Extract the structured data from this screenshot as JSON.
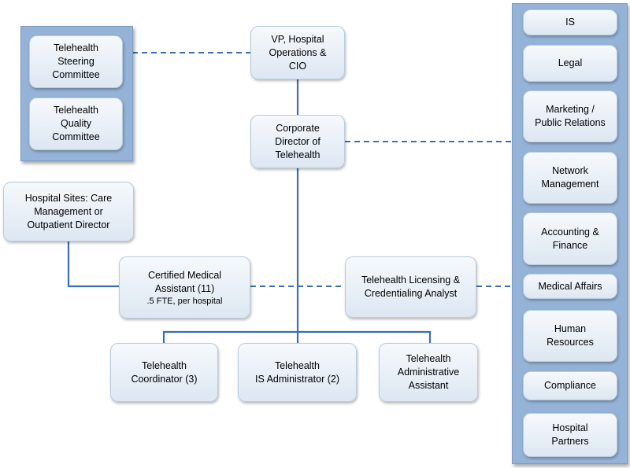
{
  "left_panel": {
    "steering": "Telehealth\nSteering\nCommittee",
    "quality": "Telehealth\nQuality\nCommittee"
  },
  "vp": "VP, Hospital\nOperations &\nCIO",
  "director": "Corporate\nDirector of\nTelehealth",
  "hospital_sites": "Hospital Sites: Care\nManagement or\nOutpatient Director",
  "cma": {
    "title": "Certified Medical\nAssistant (11)",
    "note": ".5 FTE, per hospital"
  },
  "licensing": "Telehealth Licensing &\nCredentialing Analyst",
  "bottom": {
    "coordinator": "Telehealth\nCoordinator (3)",
    "is_admin": "Telehealth\nIS Administrator (2)",
    "admin_assistant": "Telehealth\nAdministrative\nAssistant"
  },
  "right_panel": [
    "IS",
    "Legal",
    "Marketing /\nPublic Relations",
    "Network\nManagement",
    "Accounting &\nFinance",
    "Medical Affairs",
    "Human\nResources",
    "Compliance",
    "Hospital\nPartners"
  ],
  "colors": {
    "panel": "#95b3d7",
    "connector": "#3b6eb4",
    "box_top": "#f6f9fc",
    "box_bottom": "#dde7f2"
  }
}
